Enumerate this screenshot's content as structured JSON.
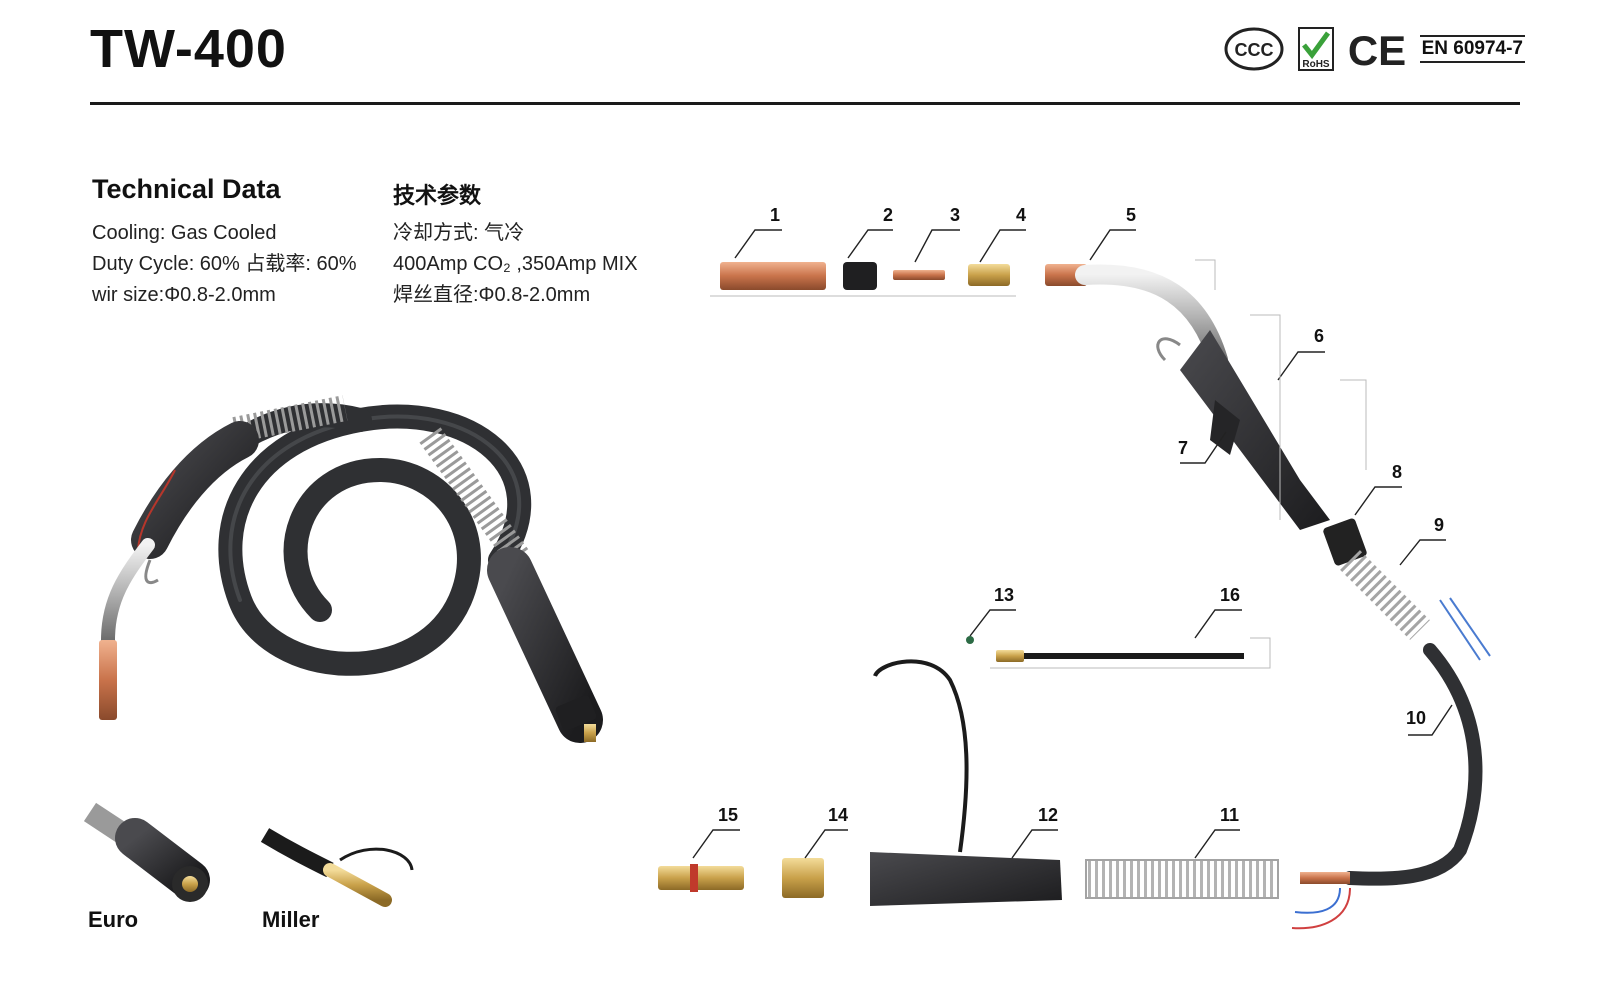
{
  "header": {
    "model": "TW-400",
    "standard": "EN 60974-7",
    "ccc_label": "CCC",
    "rohs_label": "RoHS",
    "ce_label": "CE"
  },
  "technical": {
    "heading_en": "Technical Data",
    "heading_cn": "技术参数",
    "lines_en": [
      "Cooling: Gas Cooled",
      "Duty Cycle: 60% 占载率: 60%",
      "wir size:Φ0.8-2.0mm"
    ],
    "lines_cn": [
      "冷却方式: 气冷",
      "400Amp CO₂ ,350Amp MIX",
      "焊丝直径:Φ0.8-2.0mm"
    ]
  },
  "parts": {
    "p1": "1",
    "p2": "2",
    "p3": "3",
    "p4": "4",
    "p5": "5",
    "p6": "6",
    "p7": "7",
    "p8": "8",
    "p9": "9",
    "p10": "10",
    "p11": "11",
    "p12": "12",
    "p13": "13",
    "p14": "14",
    "p15": "15",
    "p16": "16"
  },
  "connectors": {
    "euro": "Euro",
    "miller": "Miller"
  },
  "colors": {
    "copper": "#c87850",
    "brass": "#c9a14a",
    "handle": "#2b2b2e",
    "chrome": "#b8b8b8",
    "cable": "#2f3033"
  }
}
